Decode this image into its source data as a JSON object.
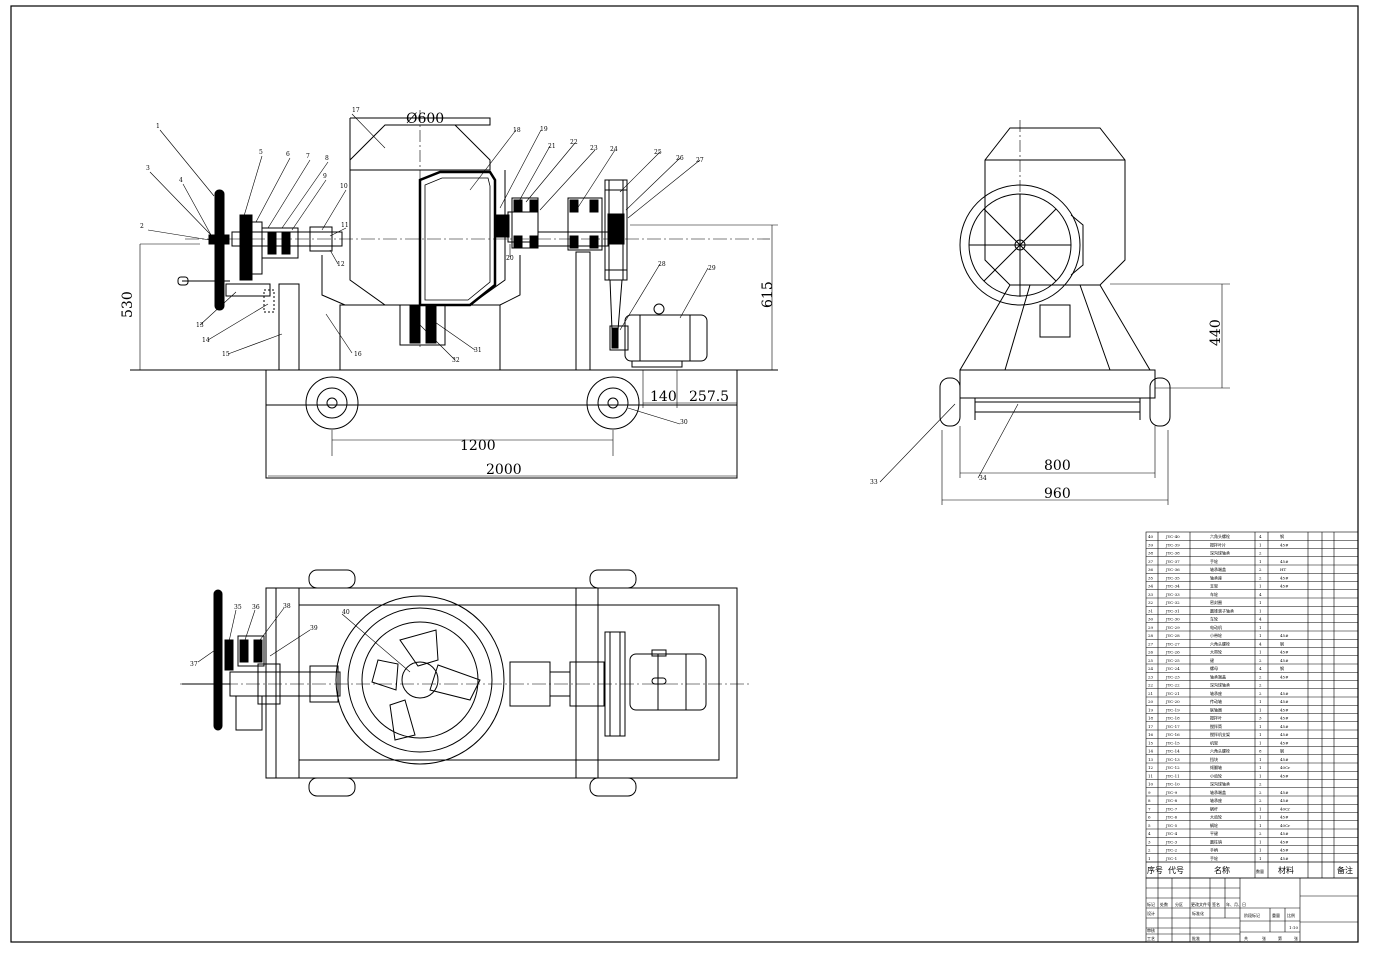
{
  "dimensions": {
    "drum_diameter": "Ø600",
    "height_530": "530",
    "height_615": "615",
    "height_440": "440",
    "wheelbase_1200": "1200",
    "length_2000": "2000",
    "motor_140": "140",
    "motor_257": "257.5",
    "width_800": "800",
    "width_960": "960"
  },
  "front_view_labels": [
    "1",
    "2",
    "3",
    "4",
    "5",
    "6",
    "7",
    "8",
    "9",
    "10",
    "11",
    "12",
    "13",
    "14",
    "15",
    "16",
    "17",
    "18",
    "19",
    "20",
    "21",
    "22",
    "23",
    "24",
    "25",
    "26",
    "27",
    "28",
    "29",
    "30",
    "31",
    "32"
  ],
  "side_view_labels": [
    "33",
    "34"
  ],
  "top_view_labels": [
    "35",
    "36",
    "37",
    "38",
    "39",
    "40"
  ],
  "parts_table": {
    "rows": [
      {
        "no": "40",
        "code": "JYC-40",
        "name": "六角头螺栓",
        "qty": "4",
        "material": "钢"
      },
      {
        "no": "39",
        "code": "JYC-39",
        "name": "搅拌叶片",
        "qty": "1",
        "material": "45#"
      },
      {
        "no": "38",
        "code": "JYC-38",
        "name": "深沟球轴承",
        "qty": "2",
        "material": ""
      },
      {
        "no": "37",
        "code": "JYC-37",
        "name": "手轮",
        "qty": "1",
        "material": "45#"
      },
      {
        "no": "36",
        "code": "JYC-36",
        "name": "轴承端盖",
        "qty": "2",
        "material": "HT"
      },
      {
        "no": "35",
        "code": "JYC-35",
        "name": "轴承座",
        "qty": "2",
        "material": "45#"
      },
      {
        "no": "34",
        "code": "JYC-34",
        "name": "支架",
        "qty": "1",
        "material": "45#"
      },
      {
        "no": "33",
        "code": "JYC-33",
        "name": "车轮",
        "qty": "4",
        "material": ""
      },
      {
        "no": "32",
        "code": "JYC-32",
        "name": "密封圈",
        "qty": "1",
        "material": ""
      },
      {
        "no": "31",
        "code": "JYC-31",
        "name": "圆锥滚子轴承",
        "qty": "1",
        "material": ""
      },
      {
        "no": "30",
        "code": "JYC-30",
        "name": "车轮",
        "qty": "4",
        "material": ""
      },
      {
        "no": "29",
        "code": "JYC-29",
        "name": "电动机",
        "qty": "1",
        "material": ""
      },
      {
        "no": "28",
        "code": "JYC-28",
        "name": "小带轮",
        "qty": "1",
        "material": "45#"
      },
      {
        "no": "27",
        "code": "JYC-27",
        "name": "六角头螺栓",
        "qty": "4",
        "material": "钢"
      },
      {
        "no": "26",
        "code": "JYC-26",
        "name": "大带轮",
        "qty": "1",
        "material": "45#"
      },
      {
        "no": "25",
        "code": "JYC-25",
        "name": "键",
        "qty": "2",
        "material": "45#"
      },
      {
        "no": "24",
        "code": "JYC-24",
        "name": "螺母",
        "qty": "4",
        "material": "钢"
      },
      {
        "no": "23",
        "code": "JYC-23",
        "name": "轴承端盖",
        "qty": "2",
        "material": "45#"
      },
      {
        "no": "22",
        "code": "JYC-22",
        "name": "深沟球轴承",
        "qty": "2",
        "material": ""
      },
      {
        "no": "21",
        "code": "JYC-21",
        "name": "轴承座",
        "qty": "2",
        "material": "45#"
      },
      {
        "no": "20",
        "code": "JYC-20",
        "name": "传动轴",
        "qty": "1",
        "material": "45#"
      },
      {
        "no": "19",
        "code": "JYC-19",
        "name": "联轴器",
        "qty": "1",
        "material": "45#"
      },
      {
        "no": "18",
        "code": "JYC-18",
        "name": "搅拌叶",
        "qty": "3",
        "material": "45#"
      },
      {
        "no": "17",
        "code": "JYC-17",
        "name": "搅拌筒",
        "qty": "1",
        "material": "45#"
      },
      {
        "no": "16",
        "code": "JYC-16",
        "name": "搅拌机支架",
        "qty": "1",
        "material": "45#"
      },
      {
        "no": "15",
        "code": "JYC-15",
        "name": "机架",
        "qty": "1",
        "material": "45#"
      },
      {
        "no": "14",
        "code": "JYC-14",
        "name": "六角头螺栓",
        "qty": "8",
        "material": "钢"
      },
      {
        "no": "13",
        "code": "JYC-13",
        "name": "挡块",
        "qty": "1",
        "material": "45#"
      },
      {
        "no": "12",
        "code": "JYC-12",
        "name": "倾翻轴",
        "qty": "1",
        "material": "40Cr"
      },
      {
        "no": "11",
        "code": "JYC-11",
        "name": "小齿轮",
        "qty": "1",
        "material": "45#"
      },
      {
        "no": "10",
        "code": "JYC-10",
        "name": "深沟球轴承",
        "qty": "2",
        "material": ""
      },
      {
        "no": "9",
        "code": "JYC-9",
        "name": "轴承端盖",
        "qty": "2",
        "material": "45#"
      },
      {
        "no": "8",
        "code": "JYC-8",
        "name": "轴承座",
        "qty": "2",
        "material": "45#"
      },
      {
        "no": "7",
        "code": "JYC-7",
        "name": "蜗杆",
        "qty": "1",
        "material": "40Cr"
      },
      {
        "no": "6",
        "code": "JYC-6",
        "name": "大齿轮",
        "qty": "1",
        "material": "45#"
      },
      {
        "no": "5",
        "code": "JYC-5",
        "name": "蜗轮",
        "qty": "1",
        "material": "40Cr"
      },
      {
        "no": "4",
        "code": "JYC-4",
        "name": "平键",
        "qty": "2",
        "material": "45#"
      },
      {
        "no": "3",
        "code": "JYC-3",
        "name": "圆柱销",
        "qty": "1",
        "material": "45#"
      },
      {
        "no": "2",
        "code": "JYC-2",
        "name": "手柄",
        "qty": "1",
        "material": "45#"
      },
      {
        "no": "1",
        "code": "JYC-1",
        "name": "手轮",
        "qty": "1",
        "material": "45#"
      }
    ],
    "header": {
      "no": "序号",
      "code": "代号",
      "name": "名称",
      "qty": "数量",
      "material": "材料",
      "note": "备注"
    }
  },
  "title_block": {
    "mark": "标记",
    "count": "处数",
    "zone": "分区",
    "doc": "更改文件号",
    "sign": "签名",
    "date": "年、月、日",
    "design": "设计",
    "standard": "标准化",
    "review": "审核",
    "process": "工艺",
    "approve": "批准",
    "stage": "阶段标记",
    "weight": "重量",
    "scale": "比例",
    "scale_value": "1:10",
    "sheet": "共",
    "sheet_of": "张",
    "page": "第",
    "page_of": "张"
  }
}
